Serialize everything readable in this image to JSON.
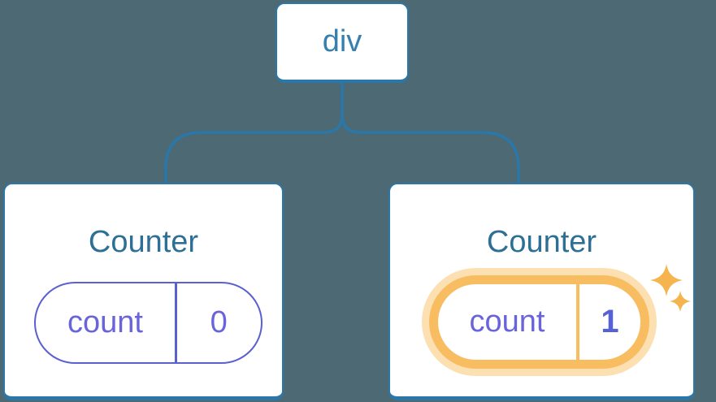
{
  "tree": {
    "root": {
      "label": "div"
    },
    "children": [
      {
        "title": "Counter",
        "state_key": "count",
        "state_value": "0",
        "highlighted": false
      },
      {
        "title": "Counter",
        "state_key": "count",
        "state_value": "1",
        "highlighted": true
      }
    ]
  },
  "icons": {
    "sparkle_large": "sparkle-icon",
    "sparkle_small": "sparkle-icon"
  },
  "colors": {
    "background": "#4c6974",
    "card_background": "#ffffff",
    "node_border": "#2a77a8",
    "connector": "#2a77a8",
    "root_label": "#3580ac",
    "card_title": "#2e7095",
    "state_indigo": "#5a5fd1",
    "state_key_text": "#6964da",
    "state_value_text": "#5661d6",
    "highlight_ring": "#f8bc61",
    "highlight_glow": "#fce0b2",
    "sparkle": "#f6b44f"
  }
}
